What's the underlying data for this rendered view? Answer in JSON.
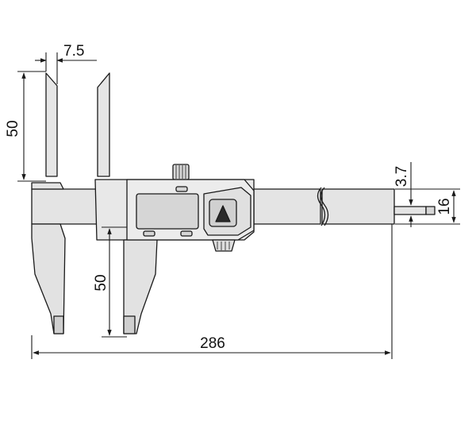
{
  "colors": {
    "line": "#1a1a1a",
    "body_fill": "#e2e2e2",
    "body_light": "#ececec",
    "display_fill": "#d4d4d4",
    "button_fill": "#3a3a3a"
  },
  "dimensions": {
    "inside_jaw_width": "7.5",
    "inside_jaw_length": "50",
    "outside_jaw_length": "50",
    "overall_length": "286",
    "depth_rod_width": "3.7",
    "beam_width": "16"
  }
}
